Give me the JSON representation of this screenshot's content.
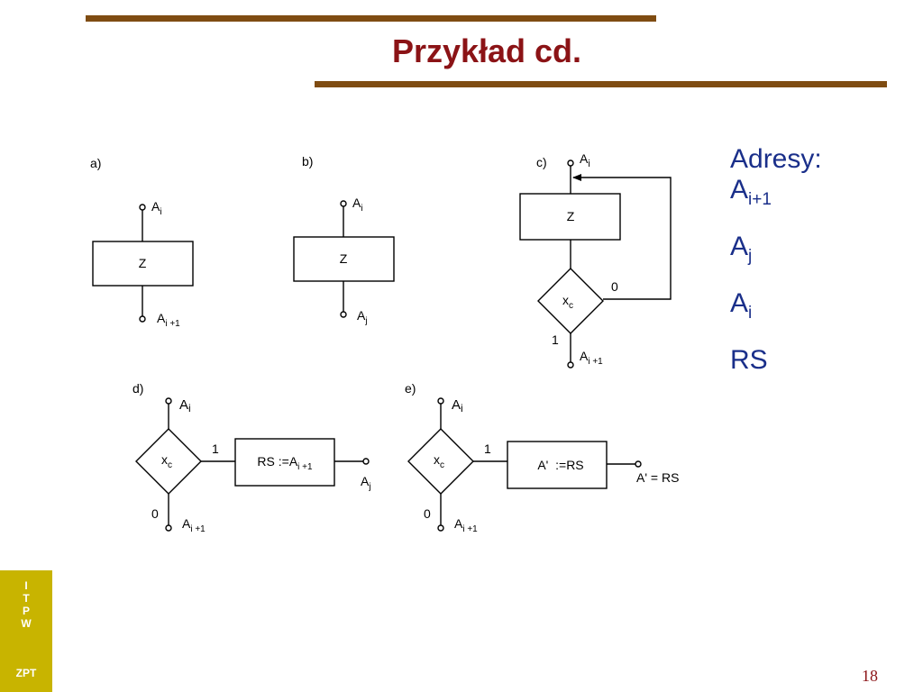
{
  "title": "Przykład cd.",
  "page_number": "18",
  "sidebar": {
    "letters": [
      "I",
      "T",
      "P",
      "W"
    ],
    "zpt": "ZPT"
  },
  "addresses": {
    "heading": "Adresy:",
    "items": [
      {
        "main": "A",
        "sub": "i+1"
      },
      {
        "main": "A",
        "sub": "j"
      },
      {
        "main": "A",
        "sub": "i"
      },
      {
        "main": "RS",
        "sub": ""
      }
    ]
  },
  "diagrams": {
    "a": {
      "label": "a)",
      "box": "Z",
      "in": {
        "main": "A",
        "sub": "i"
      },
      "out": {
        "main": "A",
        "sub": "i +1"
      }
    },
    "b": {
      "label": "b)",
      "box": "Z",
      "in": {
        "main": "A",
        "sub": "i"
      },
      "out": {
        "main": "A",
        "sub": "j"
      }
    },
    "c": {
      "label": "c)",
      "box": "Z",
      "in": {
        "main": "A",
        "sub": "i"
      },
      "cond": {
        "main": "x",
        "sub": "c"
      },
      "zero": "0",
      "one": "1",
      "out": {
        "main": "A",
        "sub": "i +1"
      }
    },
    "d": {
      "label": "d)",
      "in": {
        "main": "A",
        "sub": "i"
      },
      "cond": {
        "main": "x",
        "sub": "c"
      },
      "one": "1",
      "zero": "0",
      "box": {
        "main": "RS :=A",
        "sub": "i +1"
      },
      "right": {
        "main": "A",
        "sub": "j"
      },
      "out": {
        "main": "A",
        "sub": "i +1"
      }
    },
    "e": {
      "label": "e)",
      "in": {
        "main": "A",
        "sub": "i"
      },
      "cond": {
        "main": "x",
        "sub": "c"
      },
      "one": "1",
      "zero": "0",
      "box": "A'  :=RS",
      "right": "A' = RS",
      "out": {
        "main": "A",
        "sub": "i +1"
      }
    }
  }
}
